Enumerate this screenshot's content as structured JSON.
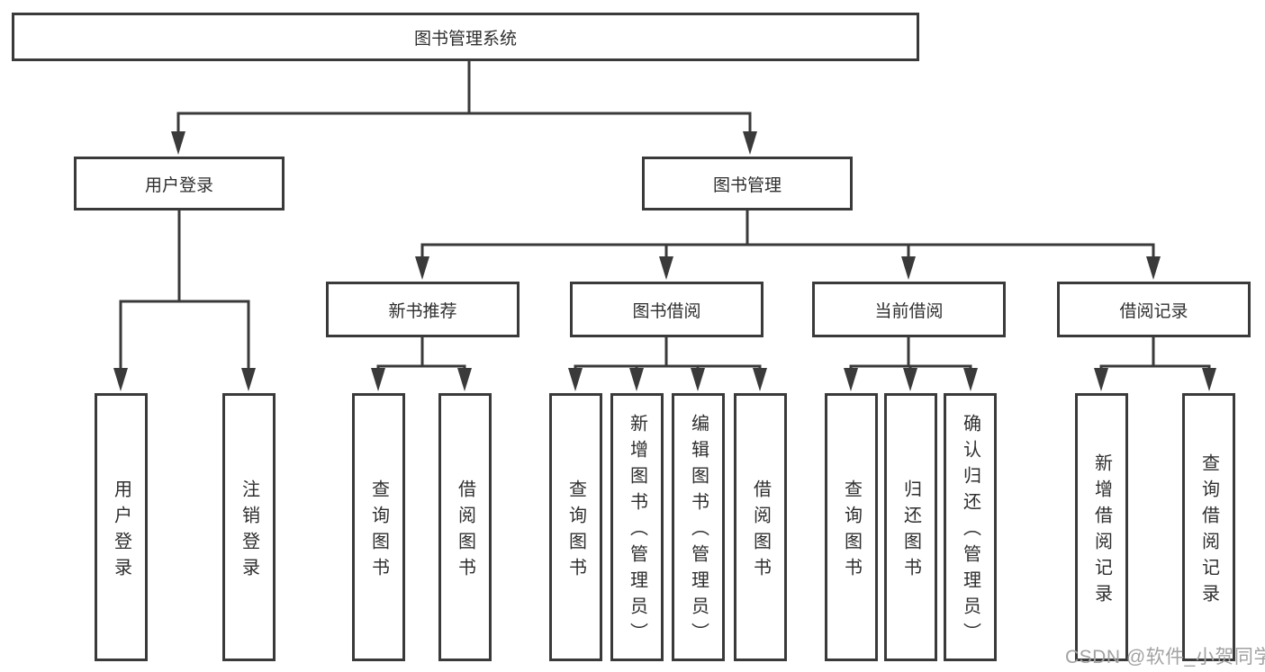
{
  "diagram_title": "图书管理系统",
  "tree": {
    "label": "图书管理系统",
    "children": [
      {
        "label": "用户登录",
        "children": [
          {
            "label": "用户登录"
          },
          {
            "label": "注销登录"
          }
        ]
      },
      {
        "label": "图书管理",
        "children": [
          {
            "label": "新书推荐",
            "children": [
              {
                "label": "查询图书"
              },
              {
                "label": "借阅图书"
              }
            ]
          },
          {
            "label": "图书借阅",
            "children": [
              {
                "label": "查询图书"
              },
              {
                "label": "新增图书（管理员）"
              },
              {
                "label": "编辑图书（管理员）"
              },
              {
                "label": "借阅图书"
              }
            ]
          },
          {
            "label": "当前借阅",
            "children": [
              {
                "label": "查询图书"
              },
              {
                "label": "归还图书"
              },
              {
                "label": "确认归还（管理员）"
              }
            ]
          },
          {
            "label": "借阅记录",
            "children": [
              {
                "label": "新增借阅记录"
              },
              {
                "label": "查询借阅记录"
              }
            ]
          }
        ]
      }
    ]
  },
  "watermark": {
    "text": "CSDN @软件_小贺同学"
  },
  "colors": {
    "line": "#3a3a3a",
    "box_border": "#3a3a3a",
    "text": "#2e2e2e",
    "background": "#ffffff",
    "watermark": "#a2a2a2"
  }
}
